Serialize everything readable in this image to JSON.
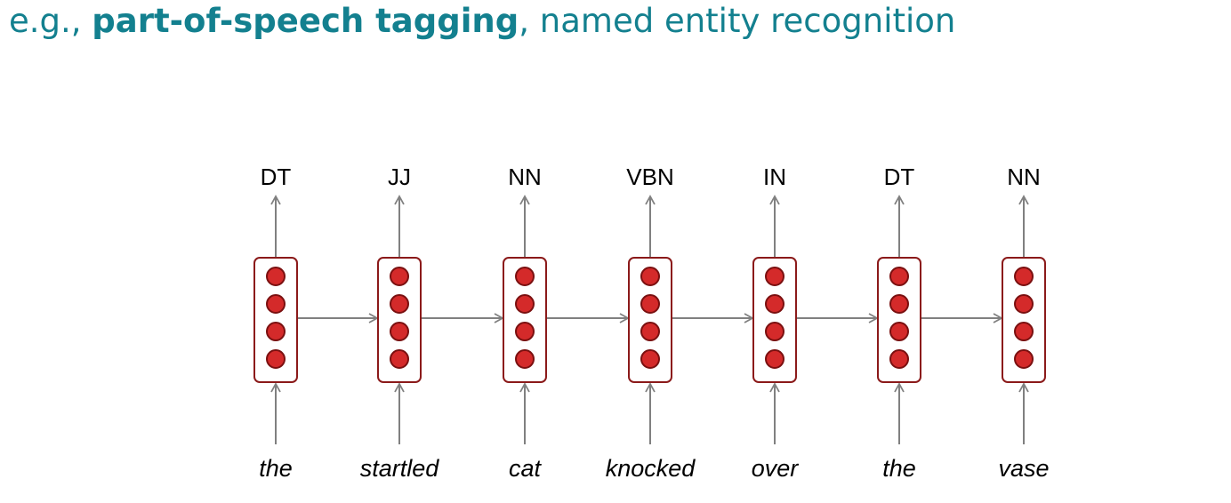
{
  "heading": {
    "prefix": "e.g., ",
    "bold": "part-of-speech tagging",
    "suffix": ", named entity recognition"
  },
  "colors": {
    "heading": "#13808f",
    "cell_border": "#8b1a1a",
    "unit_fill": "#d42a2a",
    "unit_stroke": "#7a1010",
    "arrow": "#808080"
  },
  "sequence": [
    {
      "word": "the",
      "tag": "DT"
    },
    {
      "word": "startled",
      "tag": "JJ"
    },
    {
      "word": "cat",
      "tag": "NN"
    },
    {
      "word": "knocked",
      "tag": "VBN"
    },
    {
      "word": "over",
      "tag": "IN"
    },
    {
      "word": "the",
      "tag": "DT"
    },
    {
      "word": "vase",
      "tag": "NN"
    }
  ],
  "units_per_cell": 4
}
